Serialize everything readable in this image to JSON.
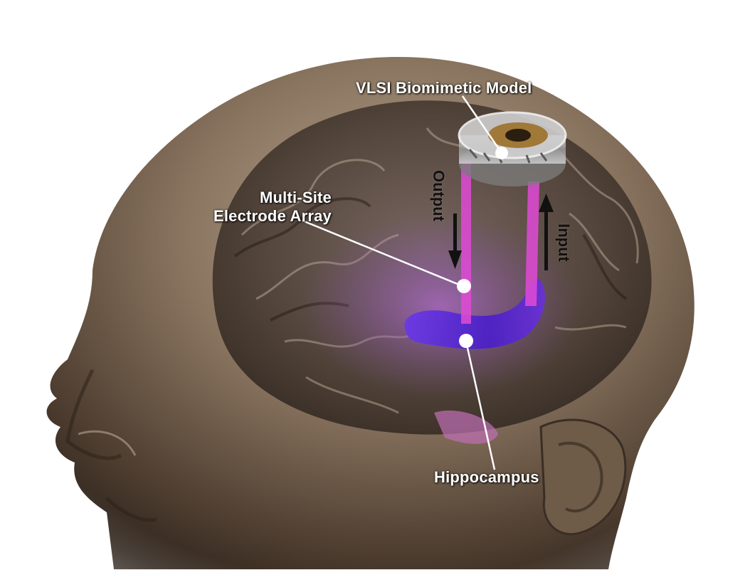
{
  "labels": {
    "vlsi_model": "VLSI Biomimetic Model",
    "electrode_line1": "Multi-Site",
    "electrode_line2": "Electrode Array",
    "hippocampus": "Hippocampus",
    "output": "Output",
    "input": "Input"
  },
  "colors": {
    "skin": "#8a7560",
    "skin_dark": "#3c3026",
    "signal_pink": "#e04ad6",
    "hippocampus_purple": "#5a2ad8",
    "label_text": "#ffffff"
  }
}
